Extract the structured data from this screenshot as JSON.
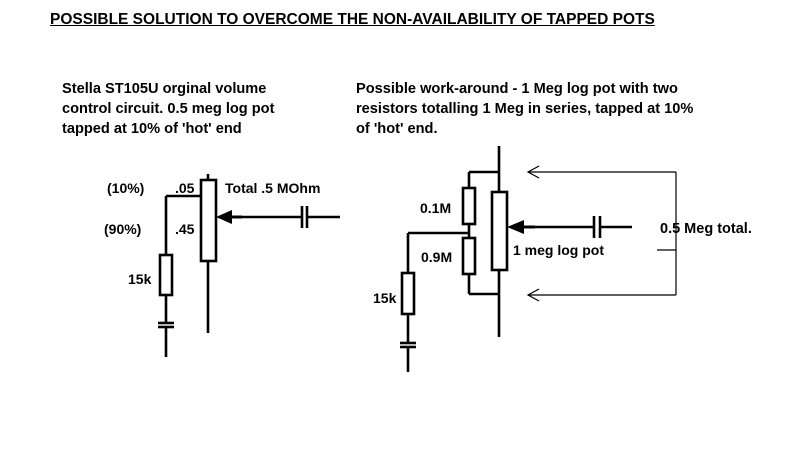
{
  "title": "POSSIBLE SOLUTION TO OVERCOME THE NON-AVAILABILITY OF TAPPED POTS",
  "left_circuit": {
    "description_lines": [
      "Stella ST105U orginal volume",
      "control circuit. 0.5 meg log pot",
      "tapped at 10% of 'hot' end"
    ],
    "label_10pct": "(10%)",
    "label_90pct": "(90%)",
    "label_upper_section": ".05",
    "label_lower_section": ".45",
    "label_total": "Total .5 MOhm",
    "label_resistor": "15k"
  },
  "right_circuit": {
    "description_lines": [
      "Possible work-around - 1 Meg log pot  with   two",
      "resistors totalling 1 Meg in series, tapped at 10%",
      "of 'hot' end."
    ],
    "label_upper_resistor": "0.1M",
    "label_lower_resistor": "0.9M",
    "label_pot": "1 meg log pot",
    "label_resistor": "15k",
    "label_total": "0.5 Meg total."
  }
}
